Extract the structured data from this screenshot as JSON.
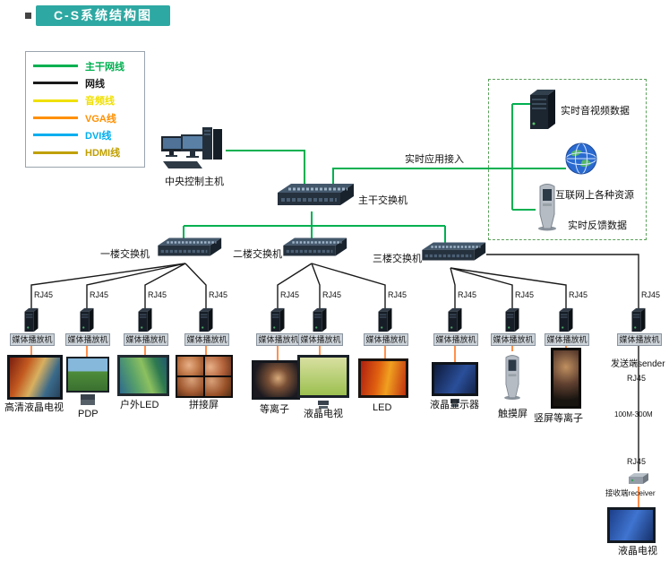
{
  "title": "C-S系统结构图",
  "legend": {
    "items": [
      {
        "label": "主干网线",
        "color": "#00b050"
      },
      {
        "label": "网线",
        "color": "#1a1a1a"
      },
      {
        "label": "音频线",
        "color": "#f0e000"
      },
      {
        "label": "VGA线",
        "color": "#ff9000"
      },
      {
        "label": "DVI线",
        "color": "#00aeef"
      },
      {
        "label": "HDMI线",
        "color": "#c0a000"
      }
    ]
  },
  "labels": {
    "central_host": "中央控制主机",
    "main_switch": "主干交换机",
    "floor1_switch": "一楼交换机",
    "floor2_switch": "二楼交换机",
    "floor3_switch": "三楼交换机",
    "realtime_av_data": "实时音视频数据",
    "realtime_app_access": "实时应用接入",
    "internet_resources": "互联网上各种资源",
    "realtime_feedback": "实时反馈数据",
    "media_player": "媒体播放机",
    "rj45": "RJ45",
    "sender": "发送端sender",
    "distance": "100M-300M",
    "receiver": "接收端receiver",
    "receiver_tv": "液晶电视"
  },
  "displays": [
    {
      "label": "高清液晶电视"
    },
    {
      "label": "PDP"
    },
    {
      "label": "户外LED"
    },
    {
      "label": "拼接屏"
    },
    {
      "label": "等离子"
    },
    {
      "label": "液晶电视"
    },
    {
      "label": "LED"
    },
    {
      "label": "液晶显示器"
    },
    {
      "label": "触摸屏"
    },
    {
      "label": "竖屏等离子"
    }
  ],
  "icon_colors": {
    "backbone_line": "#00b050",
    "ethernet_line": "#1a1a1a",
    "video_line": "#ff5f00"
  }
}
